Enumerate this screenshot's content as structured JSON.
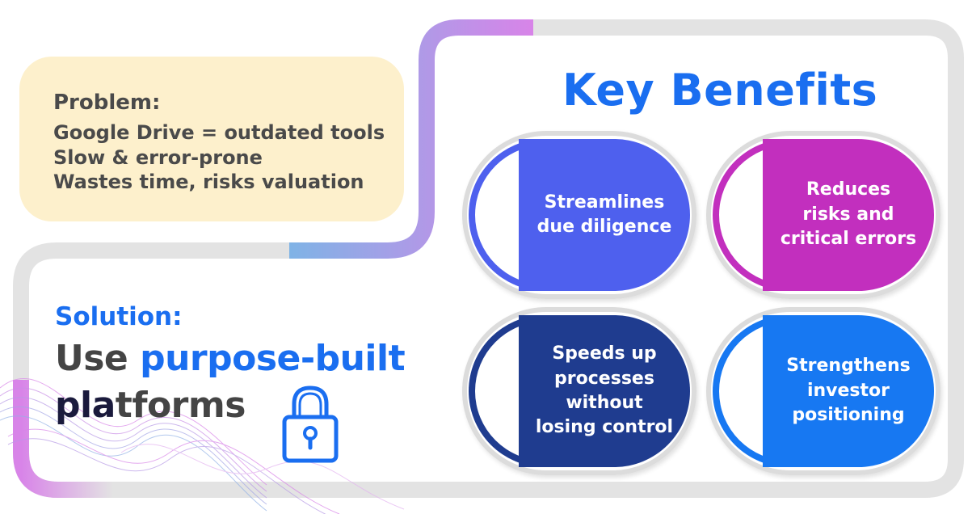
{
  "problem": {
    "title": "Problem:",
    "lines": [
      "Google Drive = outdated tools",
      "Slow & error-prone",
      "Wastes time, risks valuation"
    ]
  },
  "solution": {
    "label": "Solution:",
    "line1_plain": "Use ",
    "line1_accent": "purpose-built",
    "line2_dark": "pla",
    "line2_plain": "tforms"
  },
  "key_benefits": {
    "title": "Key Benefits",
    "items": [
      {
        "text": "Streamlines\ndue diligence",
        "color": "#4e60ee"
      },
      {
        "text": "Reduces\nrisks and\ncritical errors",
        "color": "#c22fbe"
      },
      {
        "text": "Speeds up\nprocesses\nwithout\nlosing control",
        "color": "#1f3c8f"
      },
      {
        "text": "Strengthens\ninvestor\npositioning",
        "color": "#1778f2"
      }
    ]
  },
  "colors": {
    "accent_blue": "#1a6ef0",
    "problem_bg": "#fdf0cc",
    "frame_gray": "#e3e3e3",
    "gradient_purple": "#d383e6",
    "gradient_blue": "#7fb3e6"
  },
  "icons": {
    "solution": "padlock-icon",
    "decoration": "wave-lines"
  }
}
